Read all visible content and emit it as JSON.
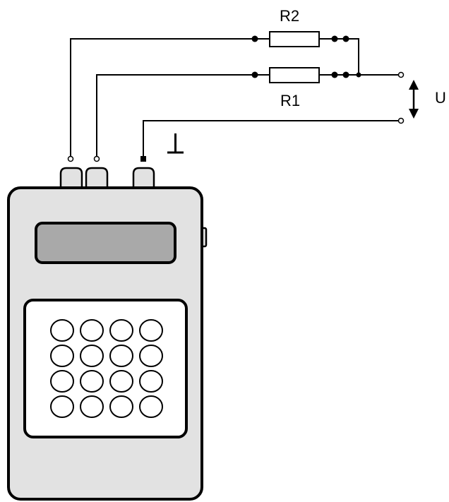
{
  "labels": {
    "r2": "R2",
    "r1": "R1",
    "u": "U",
    "ground_symbol": "⊥"
  },
  "device": {
    "keypad": {
      "rows": 4,
      "cols": 4
    },
    "connectors": 3
  },
  "colors": {
    "wire": "#000000",
    "body_fill": "#e2e2e2",
    "display_fill": "#a9a9a9",
    "keypad_fill": "#ffffff"
  },
  "icons": {
    "voltage_arrow": "double-arrow-vertical-icon",
    "ground": "ground-icon"
  }
}
